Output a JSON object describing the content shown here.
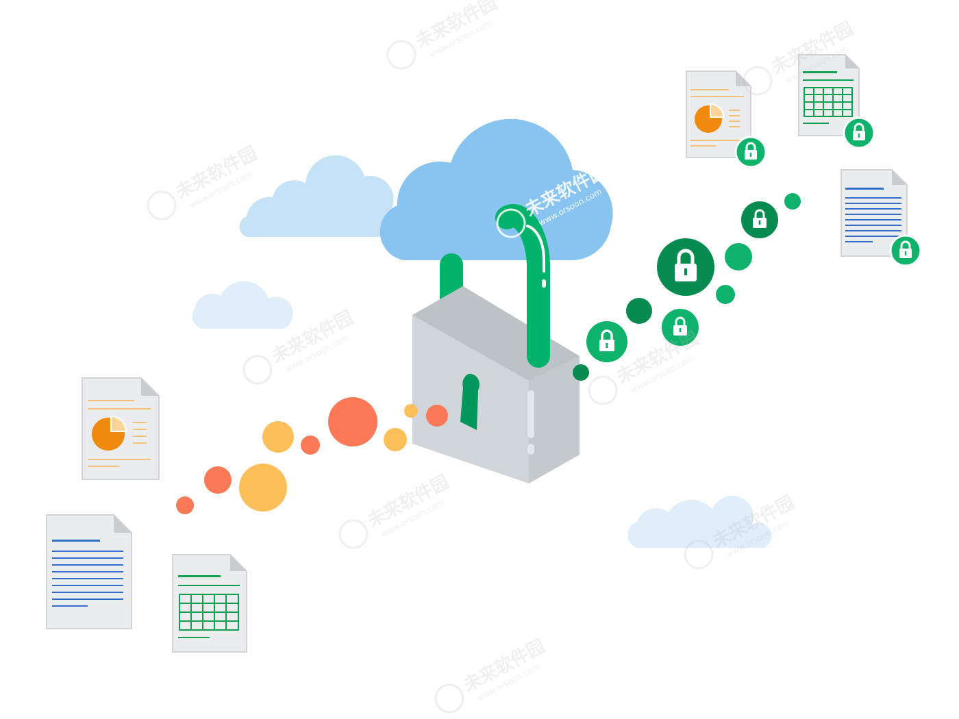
{
  "scene": {
    "subject": "cloud-padlock-encryption-illustration",
    "colors": {
      "background": "#ffffff",
      "cloud_main": "#89c4f1",
      "cloud_light": "#c6e2f6",
      "cloud_pale": "#dfeef9",
      "lock_body": "#cfd5d8",
      "lock_top": "#bcc3c6",
      "lock_shackle": "#01b26b",
      "keyhole": "#00975a",
      "dot_orange": "#fb7956",
      "dot_yellow": "#fdbf5a",
      "dot_green": "#0db36a",
      "dot_dark_green": "#058b50",
      "doc_blue": "#2f6ec7",
      "doc_orange": "#f39c25",
      "doc_green": "#0e9e52"
    },
    "icons": [
      "lock-icon",
      "padlock-icon",
      "cloud-icon",
      "document-icon",
      "spreadsheet-icon",
      "pie-chart-icon"
    ]
  },
  "watermark": {
    "brand": "未来软件园",
    "url": "www.orsoon.com"
  }
}
